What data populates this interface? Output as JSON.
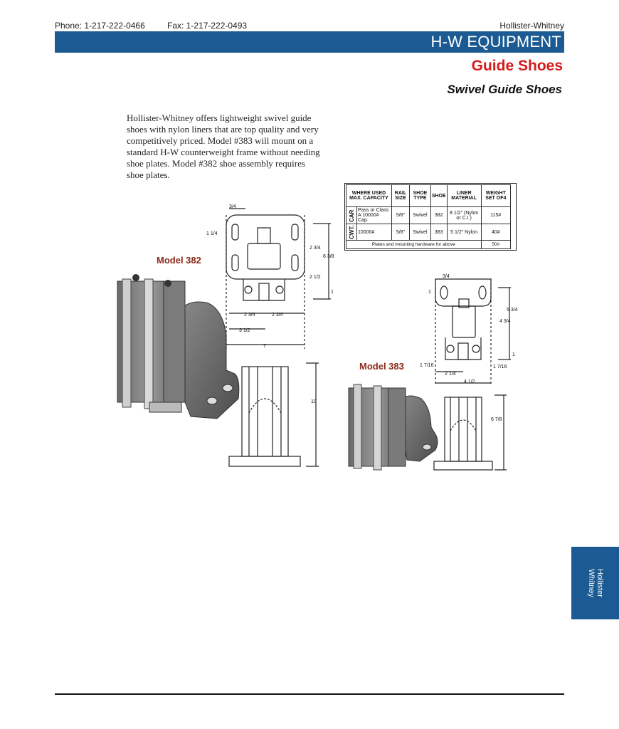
{
  "header": {
    "phone": "Phone: 1-217-222-0466",
    "fax": "Fax: 1-217-222-0493",
    "company": "Hollister-Whitney",
    "bar_title": "H-W EQUIPMENT",
    "bar_color": "#1b5a92"
  },
  "section_title": "Guide Shoes",
  "section_title_color": "#d41c1c",
  "sub_title": "Swivel Guide Shoes",
  "intro_text": "Hollister-Whitney offers lightweight swivel guide shoes with nylon liners that are top quality and very competitively priced. Model #383 will mount on a standard H-W counterweight frame without needing shoe plates. Model #382 shoe assembly requires shoe plates.",
  "spec_table": {
    "headers": [
      "WHERE USED MAX. CAPACITY",
      "RAIL SIZE",
      "SHOE TYPE",
      "SHOE",
      "LINER MATERIAL",
      "WEIGHT SET OF4"
    ],
    "rows": [
      {
        "group": "CAR",
        "capacity": "Pass or Class A 10000# Cap.",
        "rail": "5/8\"",
        "type": "Swivel",
        "shoe": "382",
        "liner": "8 1/2\" (Nylon or C.I.)",
        "weight": "115#"
      },
      {
        "group": "CWT.",
        "capacity": "10000#",
        "rail": "5/8\"",
        "type": "Swivel",
        "shoe": "383",
        "liner": "5 1/2\" Nylon",
        "weight": "40#"
      }
    ],
    "footer_label": "Plates and mounting hardware for above",
    "footer_weight": "50#"
  },
  "models": {
    "m382": "Model 382",
    "m383": "Model 383",
    "label_color": "#8b2a1a"
  },
  "dims_382": {
    "top_width": "3/4",
    "left_offset": "1 1/4",
    "right_upper": "2 3/4",
    "overall_height": "6 3/8",
    "right_lower": "2 1/2",
    "right_bottom": "1",
    "half_left": "2 3/4",
    "half_right": "2 3/4",
    "base_left": "3 1/2",
    "overall_width": "7",
    "height_side": "10"
  },
  "dims_383": {
    "top_width": "3/4",
    "left_offset": "1",
    "right_upper": "5 3/4",
    "right_mid": "4 3/4",
    "right_bottom": "1",
    "left_width": "1 7/16",
    "right_width": "1 7/16",
    "half_width": "2 1/4",
    "overall_width": "4 1/2",
    "height_side": "6 7/8"
  },
  "side_tab": {
    "line1": "Hollister",
    "line2": "Whitney"
  }
}
